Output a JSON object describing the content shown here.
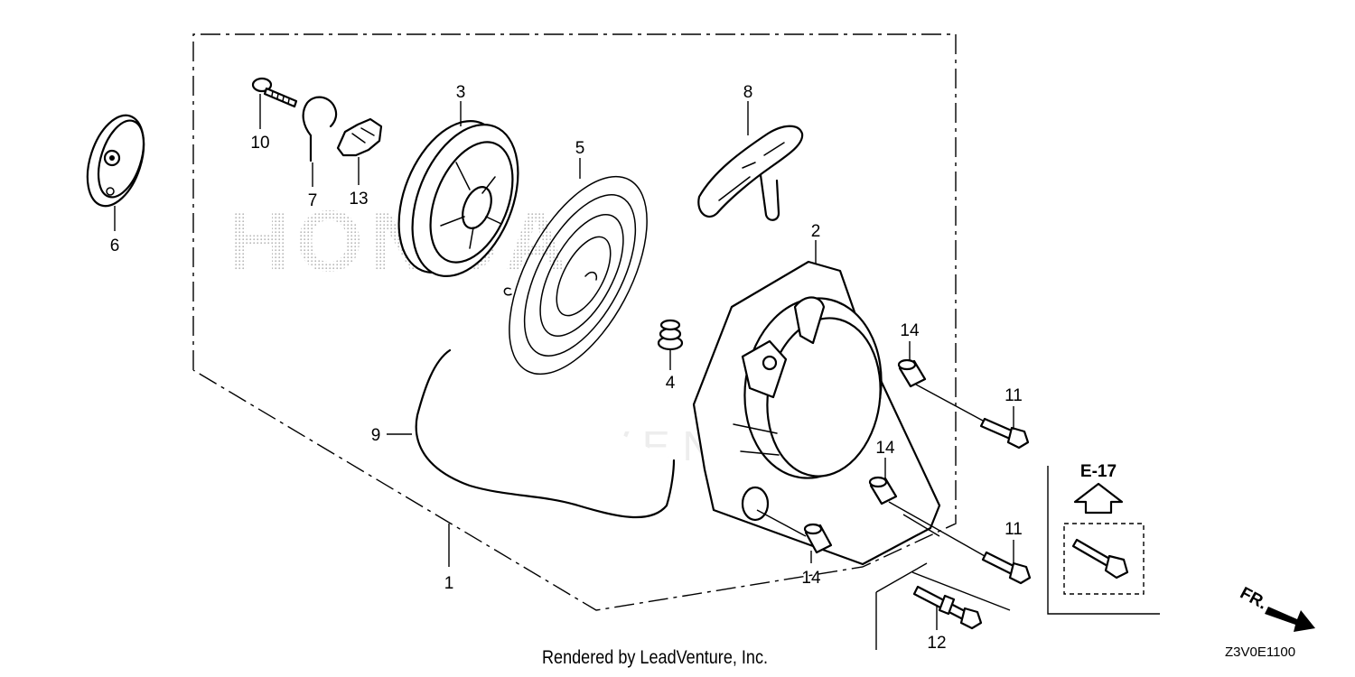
{
  "watermarks": {
    "brand": "HONDA",
    "vendor": "LEADVENTURE"
  },
  "callouts": [
    {
      "id": "1",
      "text": "1"
    },
    {
      "id": "2",
      "text": "2"
    },
    {
      "id": "3",
      "text": "3"
    },
    {
      "id": "4",
      "text": "4"
    },
    {
      "id": "5",
      "text": "5"
    },
    {
      "id": "6",
      "text": "6"
    },
    {
      "id": "7",
      "text": "7"
    },
    {
      "id": "8",
      "text": "8"
    },
    {
      "id": "9",
      "text": "9"
    },
    {
      "id": "10",
      "text": "10"
    },
    {
      "id": "11a",
      "text": "11"
    },
    {
      "id": "11b",
      "text": "11"
    },
    {
      "id": "12",
      "text": "12"
    },
    {
      "id": "13",
      "text": "13"
    },
    {
      "id": "14a",
      "text": "14"
    },
    {
      "id": "14b",
      "text": "14"
    },
    {
      "id": "14c",
      "text": "14"
    }
  ],
  "reference": {
    "label": "E-17"
  },
  "direction": {
    "label": "FR."
  },
  "footer": {
    "credit": "Rendered by LeadVenture, Inc.",
    "code": "Z3V0E1100"
  },
  "colors": {
    "line": "#000000",
    "watermark": "#cccccc",
    "background": "#ffffff"
  }
}
